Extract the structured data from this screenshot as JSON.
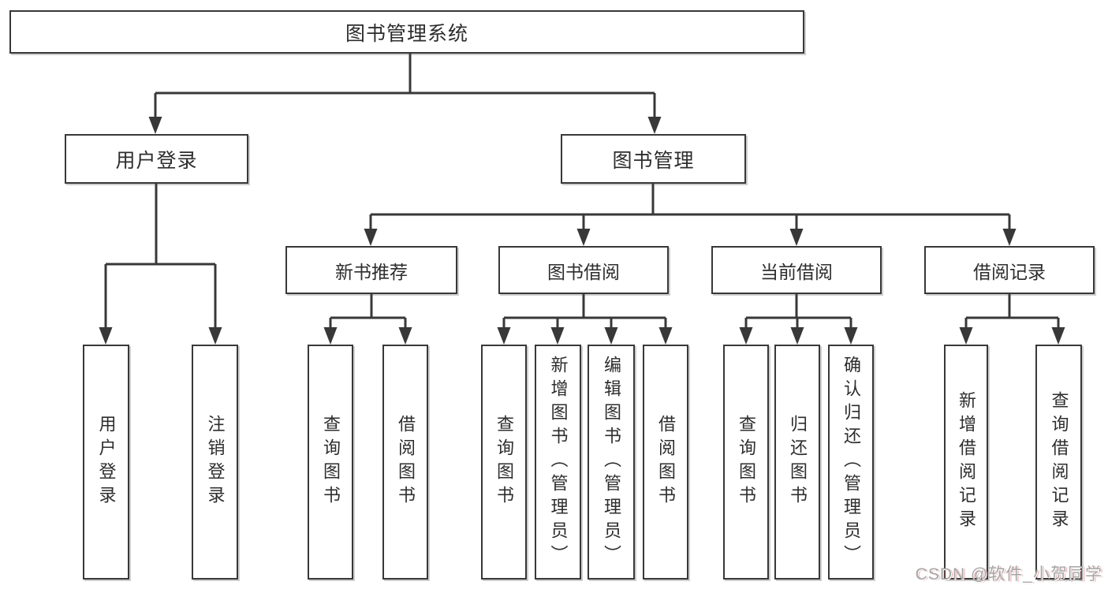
{
  "diagram": {
    "nodes": {
      "root": "图书管理系统",
      "user_login": "用户登录",
      "book_mgmt": "图书管理",
      "new_book_rec": "新书推荐",
      "book_borrow": "图书借阅",
      "current_borrow": "当前借阅",
      "borrow_record": "借阅记录",
      "leaf_user_login": "用户登录",
      "leaf_logout": "注销登录",
      "leaf_query_books_rec": "查询图书",
      "leaf_borrow_books_rec": "借阅图书",
      "leaf_query_books_borrow": "查询图书",
      "leaf_add_books": "新增图书（管理员）",
      "leaf_edit_books": "编辑图书（管理员）",
      "leaf_borrow_books": "借阅图书",
      "leaf_query_books_current": "查询图书",
      "leaf_return_books": "归还图书",
      "leaf_confirm_return": "确认归还（管理员）",
      "leaf_add_borrow_record": "新增借阅记录",
      "leaf_query_borrow_record": "查询借阅记录"
    },
    "tree": {
      "label": "图书管理系统",
      "children": [
        {
          "label": "用户登录",
          "children": [
            {
              "label": "用户登录"
            },
            {
              "label": "注销登录"
            }
          ]
        },
        {
          "label": "图书管理",
          "children": [
            {
              "label": "新书推荐",
              "children": [
                {
                  "label": "查询图书"
                },
                {
                  "label": "借阅图书"
                }
              ]
            },
            {
              "label": "图书借阅",
              "children": [
                {
                  "label": "查询图书"
                },
                {
                  "label": "新增图书（管理员）"
                },
                {
                  "label": "编辑图书（管理员）"
                },
                {
                  "label": "借阅图书"
                }
              ]
            },
            {
              "label": "当前借阅",
              "children": [
                {
                  "label": "查询图书"
                },
                {
                  "label": "归还图书"
                },
                {
                  "label": "确认归还（管理员）"
                }
              ]
            },
            {
              "label": "借阅记录",
              "children": [
                {
                  "label": "新增借阅记录"
                },
                {
                  "label": "查询借阅记录"
                }
              ]
            }
          ]
        }
      ]
    }
  },
  "colors": {
    "line": "#383838",
    "box_border": "#383838",
    "text": "#2d2d2d",
    "background": "#ffffff",
    "watermark": "#a6a6a6"
  },
  "watermark": {
    "text": "CSDN @软件_小贺同学"
  }
}
